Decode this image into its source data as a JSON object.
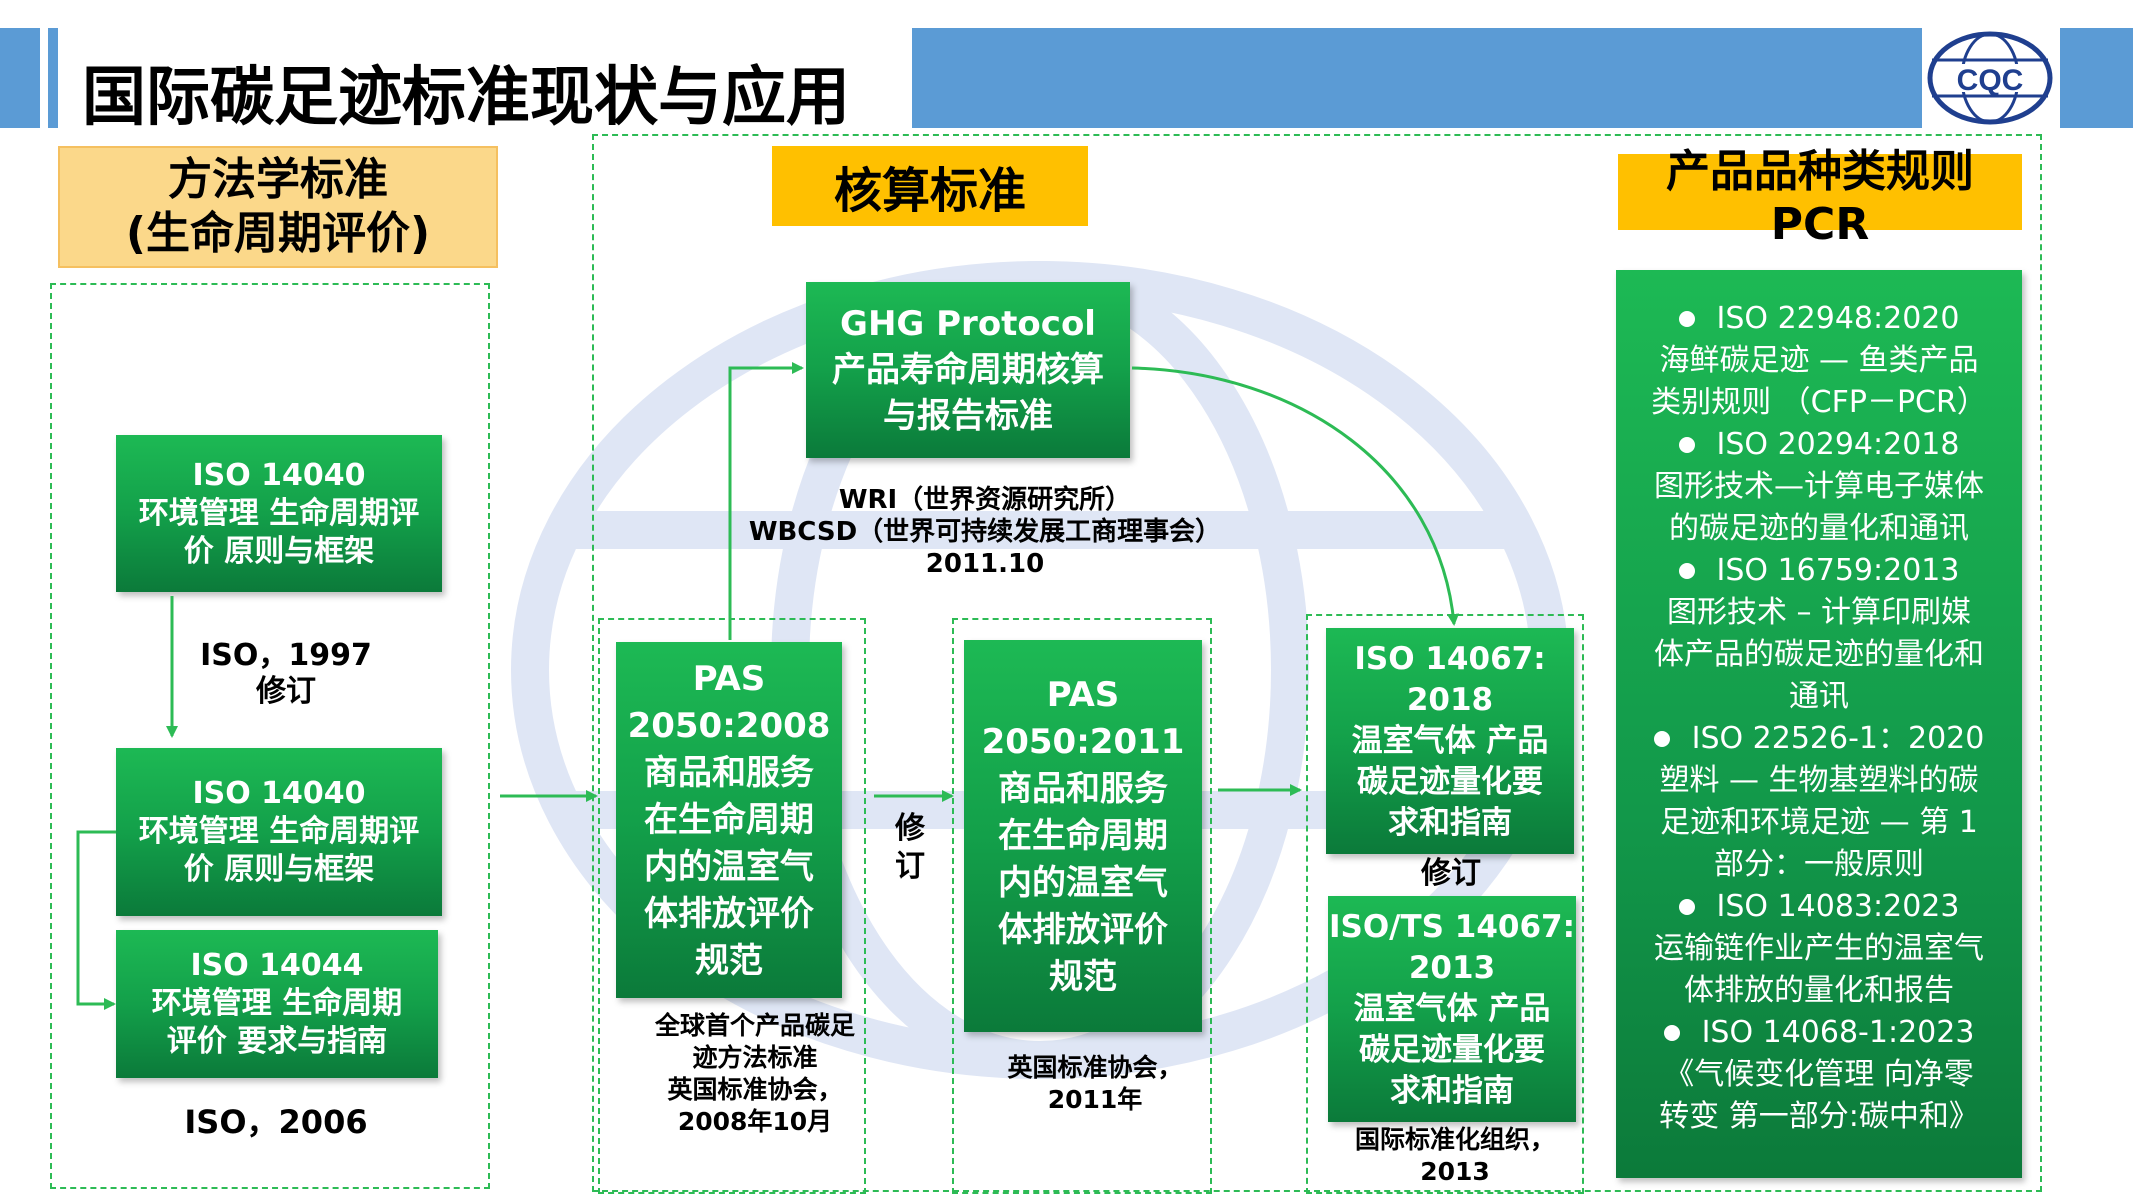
{
  "header": {
    "title": "国际碳足迹标准现状与应用",
    "logo_text": "CQC"
  },
  "colors": {
    "accent_blue": "#5b9bd5",
    "label_yellow": "#ffc000",
    "label_tan": "#fbd88a",
    "box_green": "#13a04a",
    "dash_green": "#2dbb55"
  },
  "sections": {
    "methodology": "方法学标准\n(生命周期评价)",
    "accounting": "核算标准",
    "pcr": "产品品种类规则PCR"
  },
  "methodology": {
    "iso14040_1997": "ISO 14040\n环境管理 生命周期评\n价 原则与框架",
    "revision_note": "ISO，1997\n修订",
    "iso14040_2006": "ISO 14040\n环境管理 生命周期评\n价 原则与框架",
    "iso14044": "ISO 14044\n环境管理 生命周期\n评价 要求与指南",
    "year_label": "ISO，2006"
  },
  "accounting": {
    "ghg": "GHG Protocol\n产品寿命周期核算\n与报告标准",
    "ghg_caption": "WRI（世界资源研究所）\nWBCSD（世界可持续发展工商理事会）\n2011.10",
    "pas2008": "PAS\n2050:2008\n商品和服务\n在生命周期\n内的温室气\n体排放评价\n规范",
    "pas2008_caption": "全球首个产品碳足\n迹方法标准\n英国标准协会，\n2008年10月",
    "revise_vertical": "修\n订",
    "pas2011": "PAS\n2050:2011\n商品和服务\n在生命周期\n内的温室气\n体排放评价\n规范",
    "pas2011_caption": "英国标准协会，\n2011年",
    "iso14067_2018": "ISO 14067:\n2018\n温室气体 产品\n碳足迹量化要\n求和指南",
    "revise_label": "修订",
    "iso14067_2013": "ISO/TS 14067:\n2013\n温室气体 产品\n碳足迹量化要\n求和指南",
    "iso14067_2013_caption": "国际标准化组织，\n2013"
  },
  "pcr": {
    "items": [
      {
        "code": "ISO 22948:2020",
        "desc": "海鲜碳足迹 — 鱼类产品\n类别规则 （CFP－PCR）"
      },
      {
        "code": "ISO 20294:2018",
        "desc": "图形技术—计算电子媒体\n的碳足迹的量化和通讯"
      },
      {
        "code": "ISO 16759:2013",
        "desc": "图形技术 – 计算印刷媒\n体产品的碳足迹的量化和\n通讯"
      },
      {
        "code": "ISO 22526-1：2020",
        "desc": "塑料 — 生物基塑料的碳\n足迹和环境足迹 — 第 1\n部分：一般原则"
      },
      {
        "code": "ISO 14083:2023",
        "desc": "运输链作业产生的温室气\n体排放的量化和报告"
      },
      {
        "code": "ISO 14068-1:2023",
        "desc": "《气候变化管理 向净零\n转变 第一部分:碳中和》"
      }
    ]
  }
}
